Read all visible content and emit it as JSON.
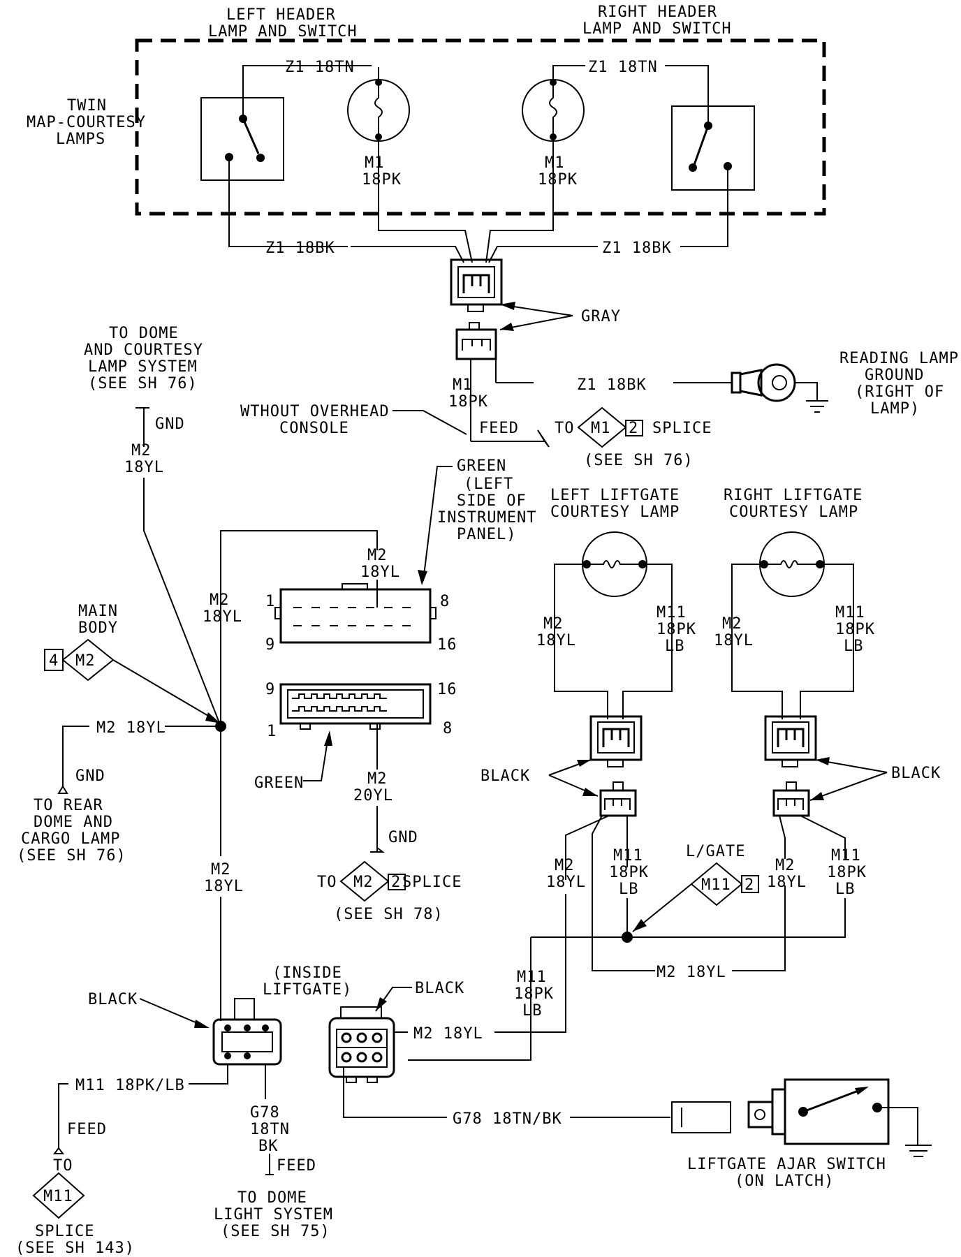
{
  "header": {
    "left_title": [
      "LEFT HEADER",
      "LAMP AND SWITCH"
    ],
    "right_title": [
      "RIGHT HEADER",
      "LAMP AND SWITCH"
    ],
    "twin_lamps": [
      "TWIN",
      "MAP-COURTESY",
      "LAMPS"
    ]
  },
  "wires": {
    "z1_18tn": "Z1 18TN",
    "z1_18bk": "Z1 18BK",
    "m1": "M1",
    "pk18": "18PK",
    "m2": "M2",
    "yl18": "18YL",
    "yl20": "20YL",
    "m11": "M11",
    "lb": "LB",
    "m2_18yl": "M2 18YL",
    "m11_18pklb": "M11 18PK/LB",
    "g78": "G78",
    "tn18": "18TN",
    "bk": "BK",
    "g78_18tnbk": "G78 18TN/BK"
  },
  "labels": {
    "gray": "GRAY",
    "gnd": "GND",
    "feed": "FEED",
    "to": "TO",
    "splice": "SPLICE",
    "black": "BLACK",
    "green": "GREEN",
    "l_gate": "L/GATE",
    "inside_liftgate": [
      "(INSIDE",
      "LIFTGATE)"
    ],
    "main_body": [
      "MAIN",
      "BODY"
    ],
    "without_overhead": [
      "WTHOUT OVERHEAD",
      "CONSOLE"
    ],
    "reading_lamp_ground": [
      "READING LAMP",
      "GROUND",
      "(RIGHT OF",
      "LAMP)"
    ],
    "to_dome_courtesy": [
      "TO DOME",
      "AND COURTESY",
      "LAMP SYSTEM",
      "(SEE SH 76)"
    ],
    "to_rear_dome": [
      "TO REAR",
      "DOME AND",
      "CARGO LAMP",
      "(SEE SH 76)"
    ],
    "green_left_side": [
      "GREEN",
      "(LEFT",
      "SIDE OF",
      "INSTRUMENT",
      "PANEL)"
    ],
    "left_liftgate_lamp": [
      "LEFT LIFTGATE",
      "COURTESY LAMP"
    ],
    "right_liftgate_lamp": [
      "RIGHT LIFTGATE",
      "COURTESY LAMP"
    ],
    "liftgate_ajar": [
      "LIFTGATE AJAR SWITCH",
      "(ON LATCH)"
    ],
    "to_dome_light": [
      "TO DOME",
      "LIGHT SYSTEM",
      "(SEE SH 75)"
    ],
    "splice_143": [
      "SPLICE",
      "(SEE SH 143)"
    ],
    "see_sh_76": "(SEE SH 76)",
    "see_sh_78": "(SEE SH 78)"
  },
  "splices": {
    "m1": {
      "name": "M1",
      "num": "2"
    },
    "m2_main": {
      "name": "M2",
      "num": "4"
    },
    "m2_78": {
      "name": "M2",
      "num": "2"
    },
    "m11_lgate": {
      "name": "M11",
      "num": "2"
    },
    "m11_143": {
      "name": "M11"
    }
  },
  "connector_pins": {
    "p1": "1",
    "p8": "8",
    "p9": "9",
    "p16": "16"
  }
}
